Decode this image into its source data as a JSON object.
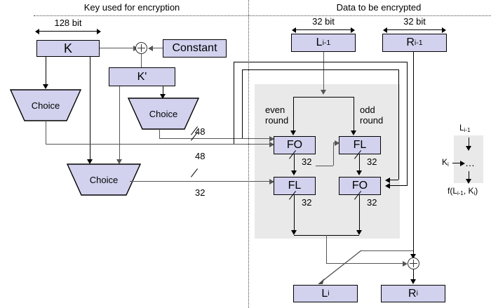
{
  "diagram": {
    "title_left": "Key used for encryption",
    "title_right": "Data to be encrypted"
  },
  "key_section": {
    "dim_128": "128 bit",
    "k_box": "K",
    "constant_box": "Constant",
    "kprime_box": "K'",
    "xor_icon": "xor-circle",
    "choice_1": "Choice",
    "choice_2": "Choice",
    "choice_3": "Choice",
    "width_48_a": "48",
    "width_48_b": "48",
    "width_32": "32"
  },
  "data_section": {
    "dim_32_left": "32 bit",
    "dim_32_right": "32 bit",
    "l_in": "L",
    "l_in_sub": "i-1",
    "r_in": "R",
    "r_in_sub": "i-1",
    "even_round": "even\nround",
    "even_round_line1": "even",
    "even_round_line2": "round",
    "odd_round_line1": "odd",
    "odd_round_line2": "round",
    "fo_1": "FO",
    "fl_1": "FL",
    "fl_2": "FL",
    "fo_2": "FO",
    "w32_a": "32",
    "w32_b": "32",
    "w32_c": "32",
    "w32_d": "32",
    "xor_out_icon": "xor-circle",
    "l_out": "L",
    "l_out_sub": "i",
    "r_out": "R",
    "r_out_sub": "i"
  },
  "legend": {
    "input_label": "L",
    "input_sub": "i-1",
    "key_label": "K",
    "key_sub": "i",
    "body": "…",
    "output": "f(L",
    "output_sub1": "i-1",
    "output_mid": ", K",
    "output_sub2": "i",
    "output_end": ")"
  },
  "colors": {
    "box_fill": "#d2d2ef",
    "box_stroke": "#000000",
    "panel_fill": "#e9e9e9",
    "wire": "#555555",
    "background": "#ffffff"
  }
}
